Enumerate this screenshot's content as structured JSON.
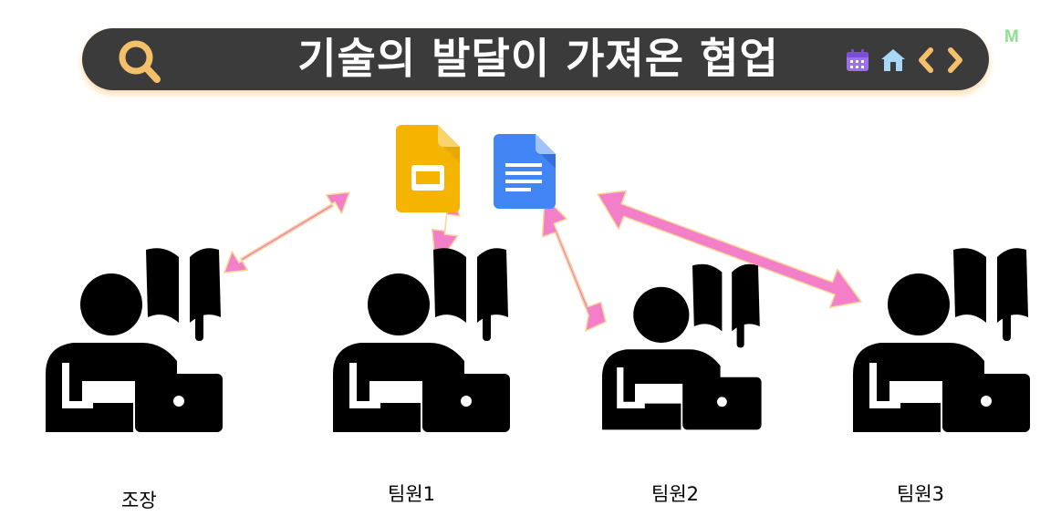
{
  "header": {
    "title": "기술의 발달이 가져온 협업",
    "corner_mark": "M",
    "icons": [
      "search-icon",
      "calendar-icon",
      "home-icon",
      "chevron-left-icon",
      "chevron-right-icon"
    ]
  },
  "documents": [
    {
      "name": "Google Slides",
      "icon": "slides-icon",
      "color": "#f4b400"
    },
    {
      "name": "Google Docs",
      "icon": "docs-icon",
      "color": "#4285f4"
    }
  ],
  "members": [
    {
      "label": "조장"
    },
    {
      "label": "팀원1"
    },
    {
      "label": "팀원2"
    },
    {
      "label": "팀원3"
    }
  ],
  "colors": {
    "title_bar": "#3b3b3b",
    "title_glow": "#f7cd8c",
    "arrow_fill": "#f27fc8",
    "arrow_outline": "#f7d79a",
    "search_icon": "#f5c06a"
  }
}
